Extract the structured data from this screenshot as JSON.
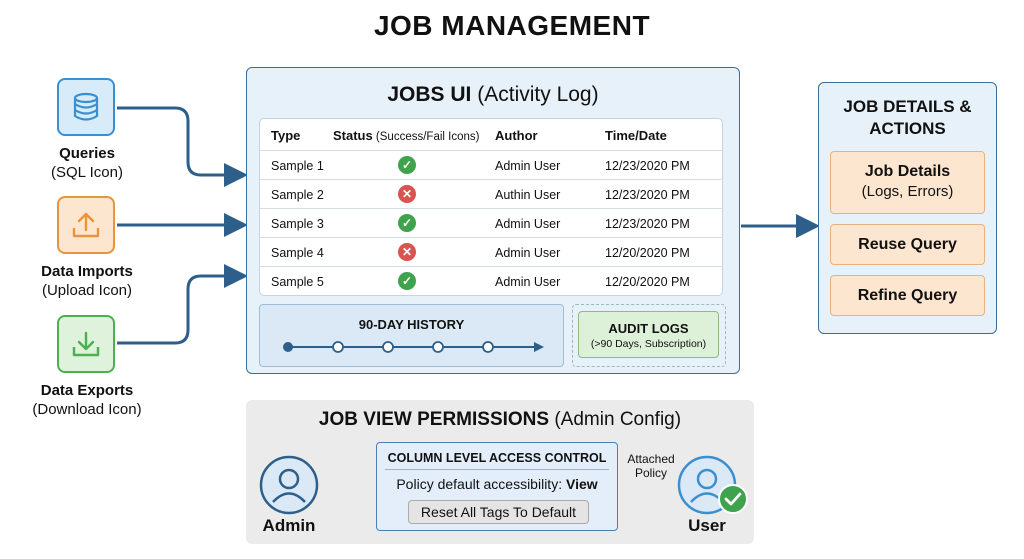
{
  "title": "JOB MANAGEMENT",
  "sources": [
    {
      "name": "Queries",
      "sub": "(SQL Icon)",
      "icon": "database-icon",
      "color": "#3b8fcf"
    },
    {
      "name": "Data Imports",
      "sub": "(Upload Icon)",
      "icon": "upload-icon",
      "color": "#e8943a"
    },
    {
      "name": "Data Exports",
      "sub": "(Download Icon)",
      "icon": "download-icon",
      "color": "#4caf50"
    }
  ],
  "jobs_ui": {
    "title_bold": "JOBS UI",
    "title_rest": " (Activity Log)",
    "columns": {
      "type": "Type",
      "status": "Status",
      "status_sub": " (Success/Fail Icons)",
      "author": "Author",
      "time": "Time/Date"
    },
    "rows": [
      {
        "type": "Sample 1",
        "status": "success",
        "author": "Admin User",
        "time": "12/23/2020 PM"
      },
      {
        "type": "Sample 2",
        "status": "fail",
        "author": "Authin User",
        "time": "12/23/2020 PM"
      },
      {
        "type": "Sample 3",
        "status": "success",
        "author": "Admin User",
        "time": "12/23/2020 PM"
      },
      {
        "type": "Sample 4",
        "status": "fail",
        "author": "Admin User",
        "time": "12/20/2020 PM"
      },
      {
        "type": "Sample 5",
        "status": "success",
        "author": "Admin User",
        "time": "12/20/2020 PM"
      }
    ],
    "history_label": "90-DAY HISTORY",
    "audit_title": "AUDIT LOGS",
    "audit_sub": "(>90 Days, Subscription)"
  },
  "details": {
    "title_line1": "JOB DETAILS &",
    "title_line2": "ACTIONS",
    "job_details": "Job Details",
    "job_details_sub": "(Logs, Errors)",
    "reuse": "Reuse Query",
    "refine": "Refine Query"
  },
  "permissions": {
    "title_bold": "JOB VIEW PERMISSIONS",
    "title_rest": " (Admin Config)",
    "cla_title": "COLUMN LEVEL ACCESS CONTROL",
    "policy_text": "Policy default accessibility: ",
    "policy_value": "View",
    "reset": "Reset All Tags To Default",
    "attached_line1": "Attached",
    "attached_line2": "Policy",
    "admin": "Admin",
    "user": "User"
  },
  "colors": {
    "arrow": "#2d5f8a",
    "success": "#3fa34d",
    "fail": "#d9534f"
  }
}
